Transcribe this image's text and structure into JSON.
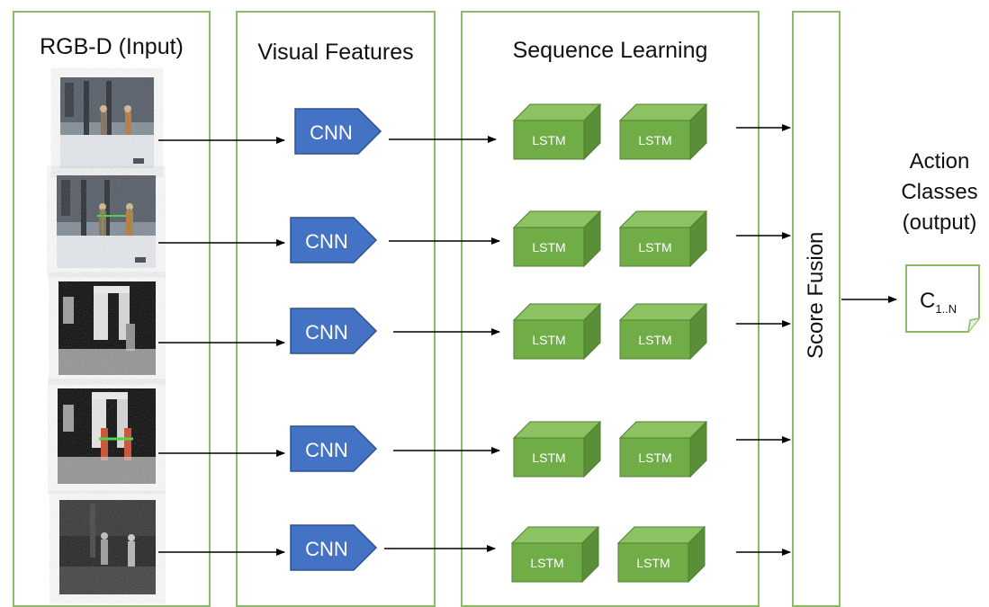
{
  "columns": {
    "input": "RGB-D (Input)",
    "features": "Visual Features",
    "sequence": "Sequence Learning",
    "fusion": "Score Fusion"
  },
  "output": {
    "title_line1": "Action",
    "title_line2": "Classes",
    "title_line3": "(output)",
    "class_label": "C",
    "class_subscript": "1..N"
  },
  "cnn_label": "CNN",
  "lstm_label": "LSTM",
  "rows": [
    {
      "image": "rgb-frame-1",
      "cnn": "CNN",
      "lstm": [
        "LSTM",
        "LSTM"
      ]
    },
    {
      "image": "rgb-frame-skeleton",
      "cnn": "CNN",
      "lstm": [
        "LSTM",
        "LSTM"
      ]
    },
    {
      "image": "depth-frame",
      "cnn": "CNN",
      "lstm": [
        "LSTM",
        "LSTM"
      ]
    },
    {
      "image": "depth-frame-skeleton",
      "cnn": "CNN",
      "lstm": [
        "LSTM",
        "LSTM"
      ]
    },
    {
      "image": "infrared-frame",
      "cnn": "CNN",
      "lstm": [
        "LSTM",
        "LSTM"
      ]
    }
  ],
  "colors": {
    "panel_border": "#8cbc6a",
    "cnn_fill": "#4472c4",
    "lstm_front": "#70ad47",
    "lstm_top": "#8dc262",
    "lstm_side": "#5a8f38"
  }
}
